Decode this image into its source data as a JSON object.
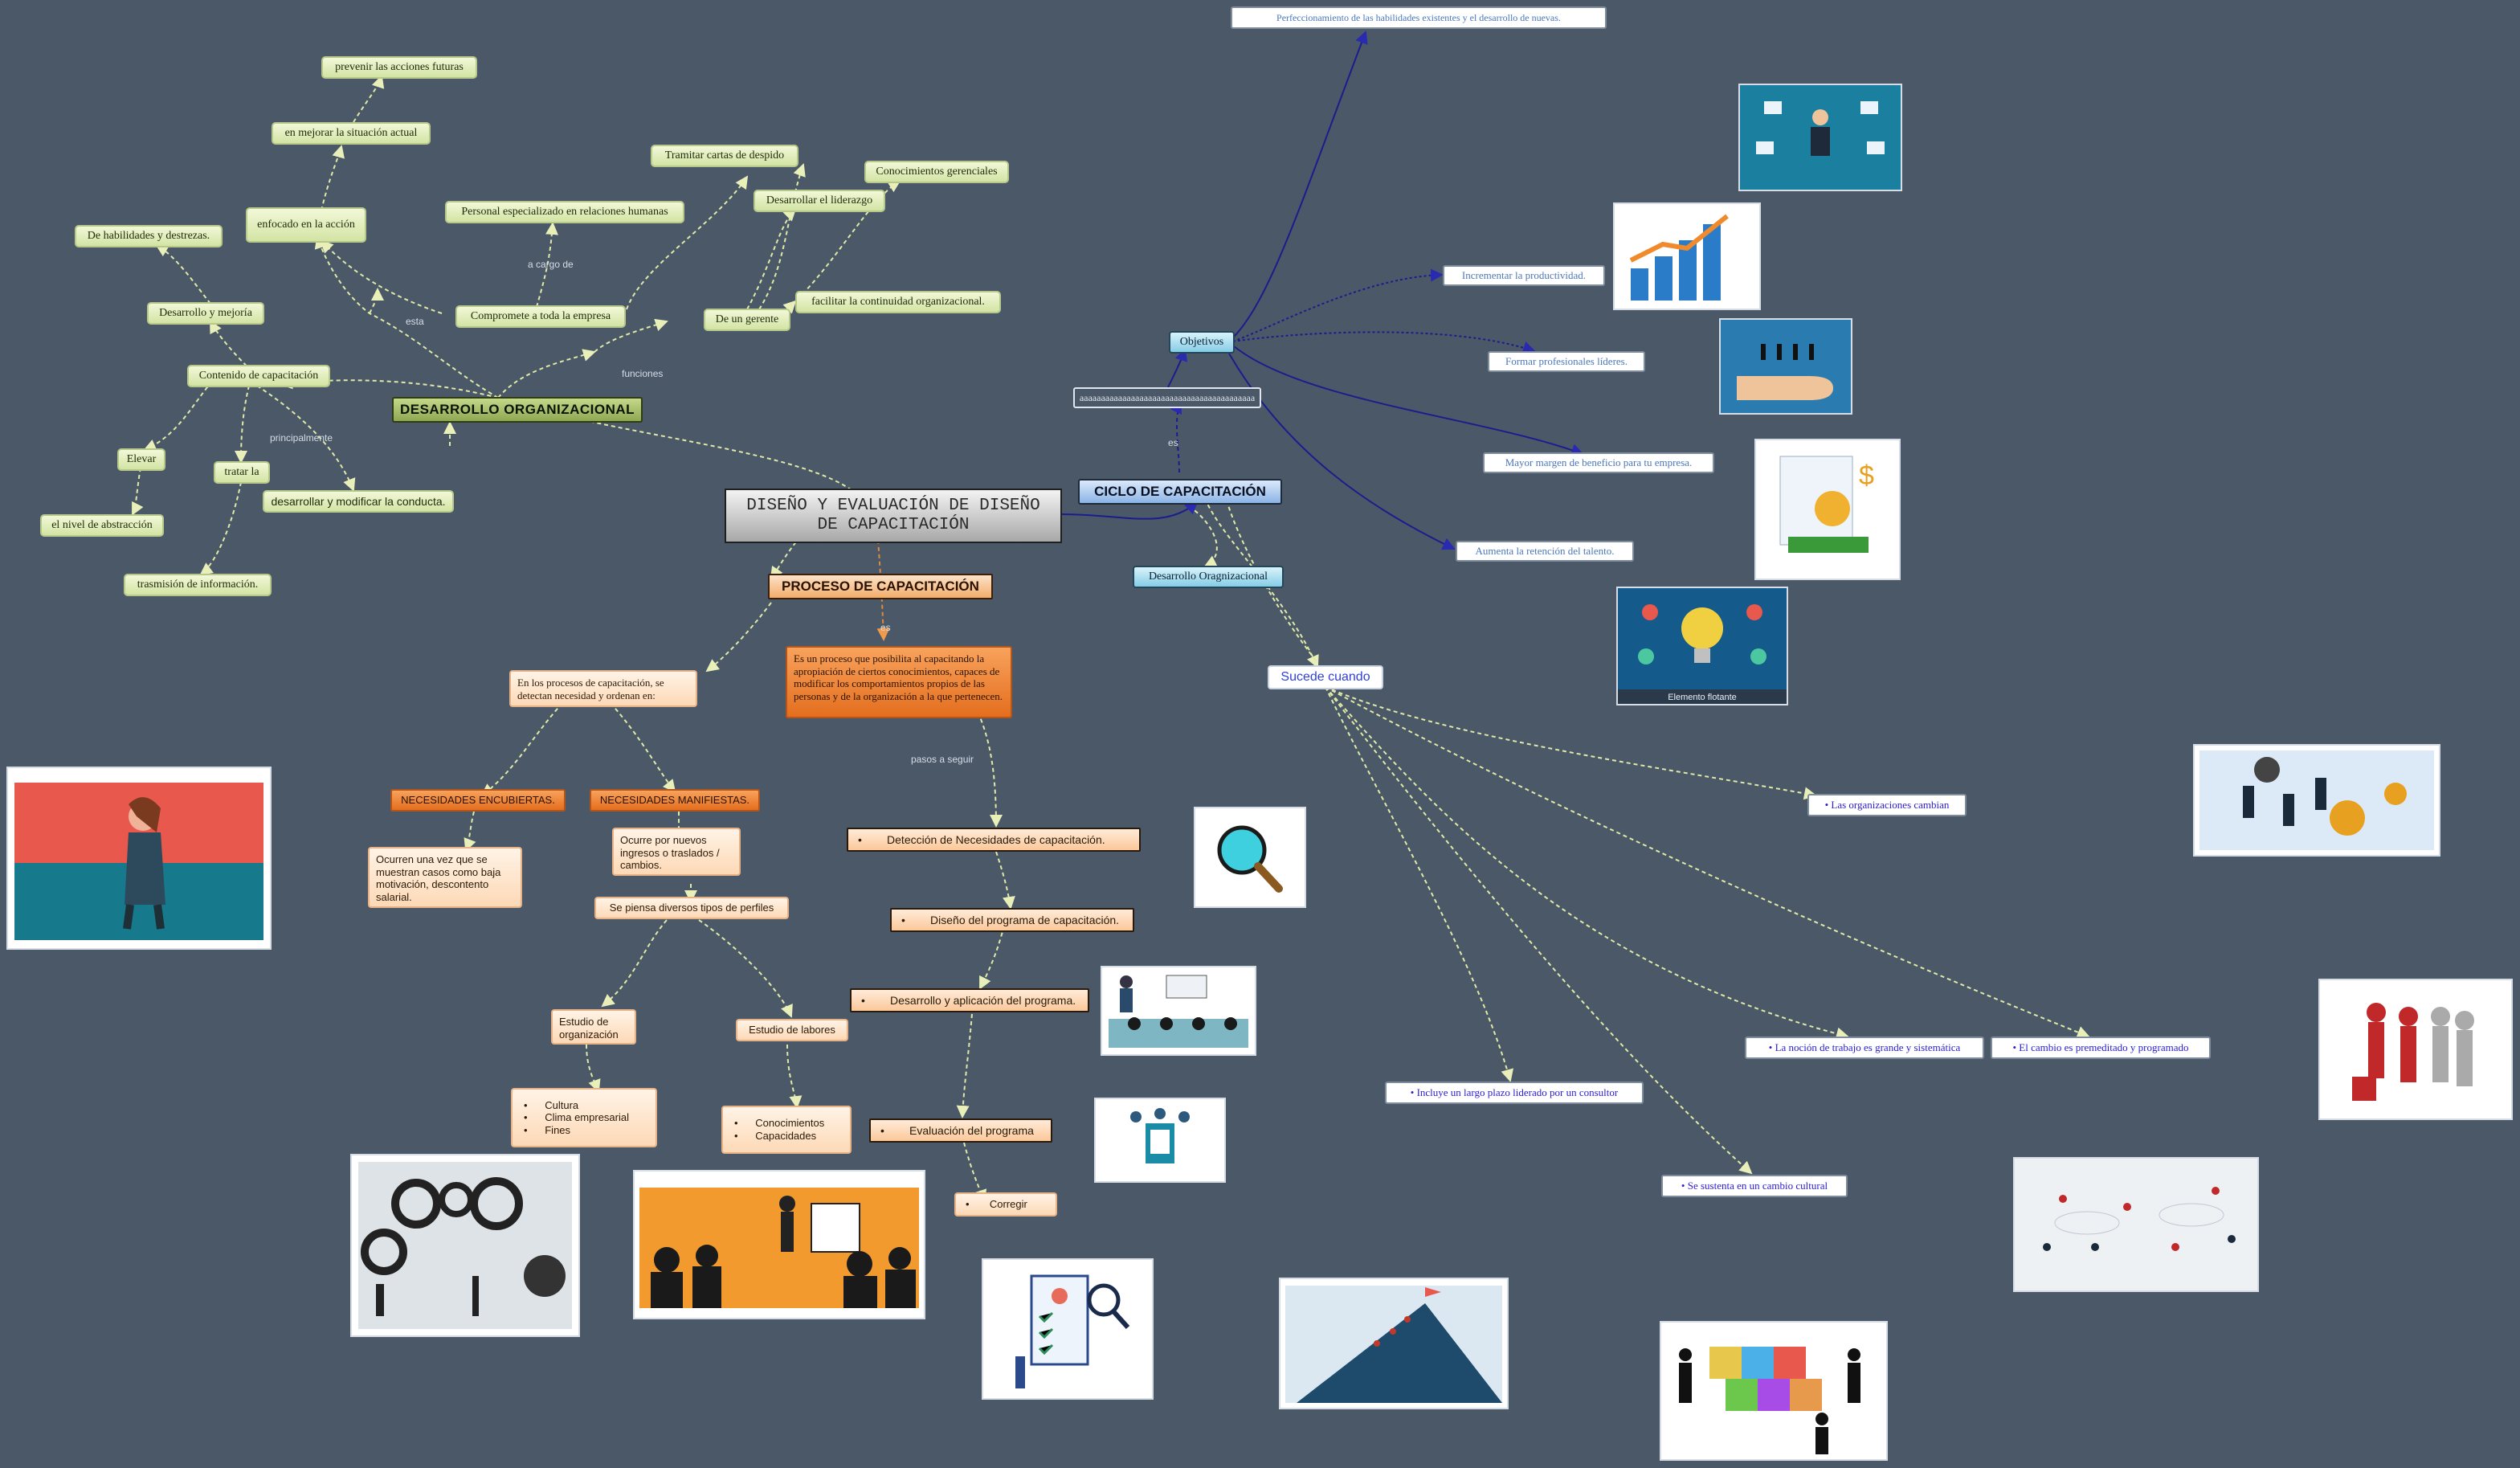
{
  "central": {
    "title": "DISEÑO Y EVALUACIÓN DE DISEÑO DE CAPACITACIÓN"
  },
  "org": {
    "title": "DESARROLLO ORGANIZACIONAL",
    "contenido": "Contenido de capacitación",
    "desarrollo_mejoria": "Desarrollo y mejoría",
    "habilidades": "De habilidades y destrezas.",
    "elevar": "Elevar",
    "abstraccion": "el nivel de abstracción",
    "tratar": "tratar la",
    "trasmision": "trasmisión de información.",
    "principalmente": "principalmente",
    "modificar": "desarrollar y modificar la conducta.",
    "enfocado": "enfocado en la acción",
    "esta": "esta",
    "mejorar": "en mejorar la situación actual",
    "prevenir": "prevenir las acciones futuras",
    "compromete": "Compromete a toda la empresa",
    "a_cargo": "a cargo de",
    "personal": "Personal especializado en relaciones humanas",
    "funciones": "funciones",
    "gerente": "De un gerente",
    "tramitar": "Tramitar cartas de despido",
    "liderazgo": "Desarrollar el liderazgo",
    "conocimientos": "Conocimientos gerenciales",
    "facilitar": "facilitar la continuidad organizacional."
  },
  "ciclo": {
    "title": "CICLO DE CAPACITACIÓN",
    "es": "es",
    "placeholder": "aaaaaaaaaaaaaaaaaaaaaaaaaaaaaaaaaaaaaaaaa",
    "objetivos": "Objetivos",
    "obj_items": [
      "Perfeccionamiento de las habilidades existentes y el desarrollo de nuevas.",
      "Incrementar la productividad.",
      "Formar profesionales líderes.",
      "Mayor margen de beneficio para tu empresa.",
      "Aumenta la retención del talento."
    ],
    "desarrollo_org": "Desarrollo Oragnizacional",
    "sucede": "Sucede cuando",
    "sucede_items": [
      "• Las organizaciones cambian",
      "• La noción de trabajo es grande y sistemática",
      "• El cambio es premeditado y programado",
      "• Incluye un largo plazo liderado por un consultor",
      "• Se sustenta en un cambio cultural"
    ],
    "image_caption": "Elemento flotante"
  },
  "proceso": {
    "title": "PROCESO DE CAPACITACIÓN",
    "es": "es",
    "definicion": "Es un proceso que posibilita al capacitando la apropiación de ciertos conocimientos, capaces de modificar los comportamientos propios de las personas y de la organización a la que pertenecen.",
    "pasos": "pasos a seguir",
    "en_los_procesos": "En los procesos de capacitación, se detectan necesidad y ordenan en:",
    "encubiertas": "NECESIDADES ENCUBIERTAS.",
    "manifiestas": "NECESIDADES MANIFIESTAS.",
    "ocurren": "Ocurren una vez que se muestran casos como baja motivación, descontento salarial.",
    "ocurre": "Ocurre por nuevos ingresos o traslados / cambios.",
    "perfiles": "Se piensa diversos tipos de perfiles",
    "estudio_org": "Estudio de organización",
    "estudio_lab": "Estudio de labores",
    "org_list": [
      "Cultura",
      "Clima empresarial",
      "Fines"
    ],
    "lab_list": [
      "Conocimientos",
      "Capacidades"
    ],
    "steps": [
      "Detección de Necesidades de capacitación.",
      "Diseño del programa de capacitación.",
      "Desarrollo y aplicación del programa.",
      "Evaluación del programa"
    ],
    "corregir": "Corregir"
  },
  "colors": {
    "background": "#4b5868",
    "green_edge": "#dfe9a8",
    "blue_edge": "#1c1c8c",
    "orange_edge": "#e08a3c"
  }
}
